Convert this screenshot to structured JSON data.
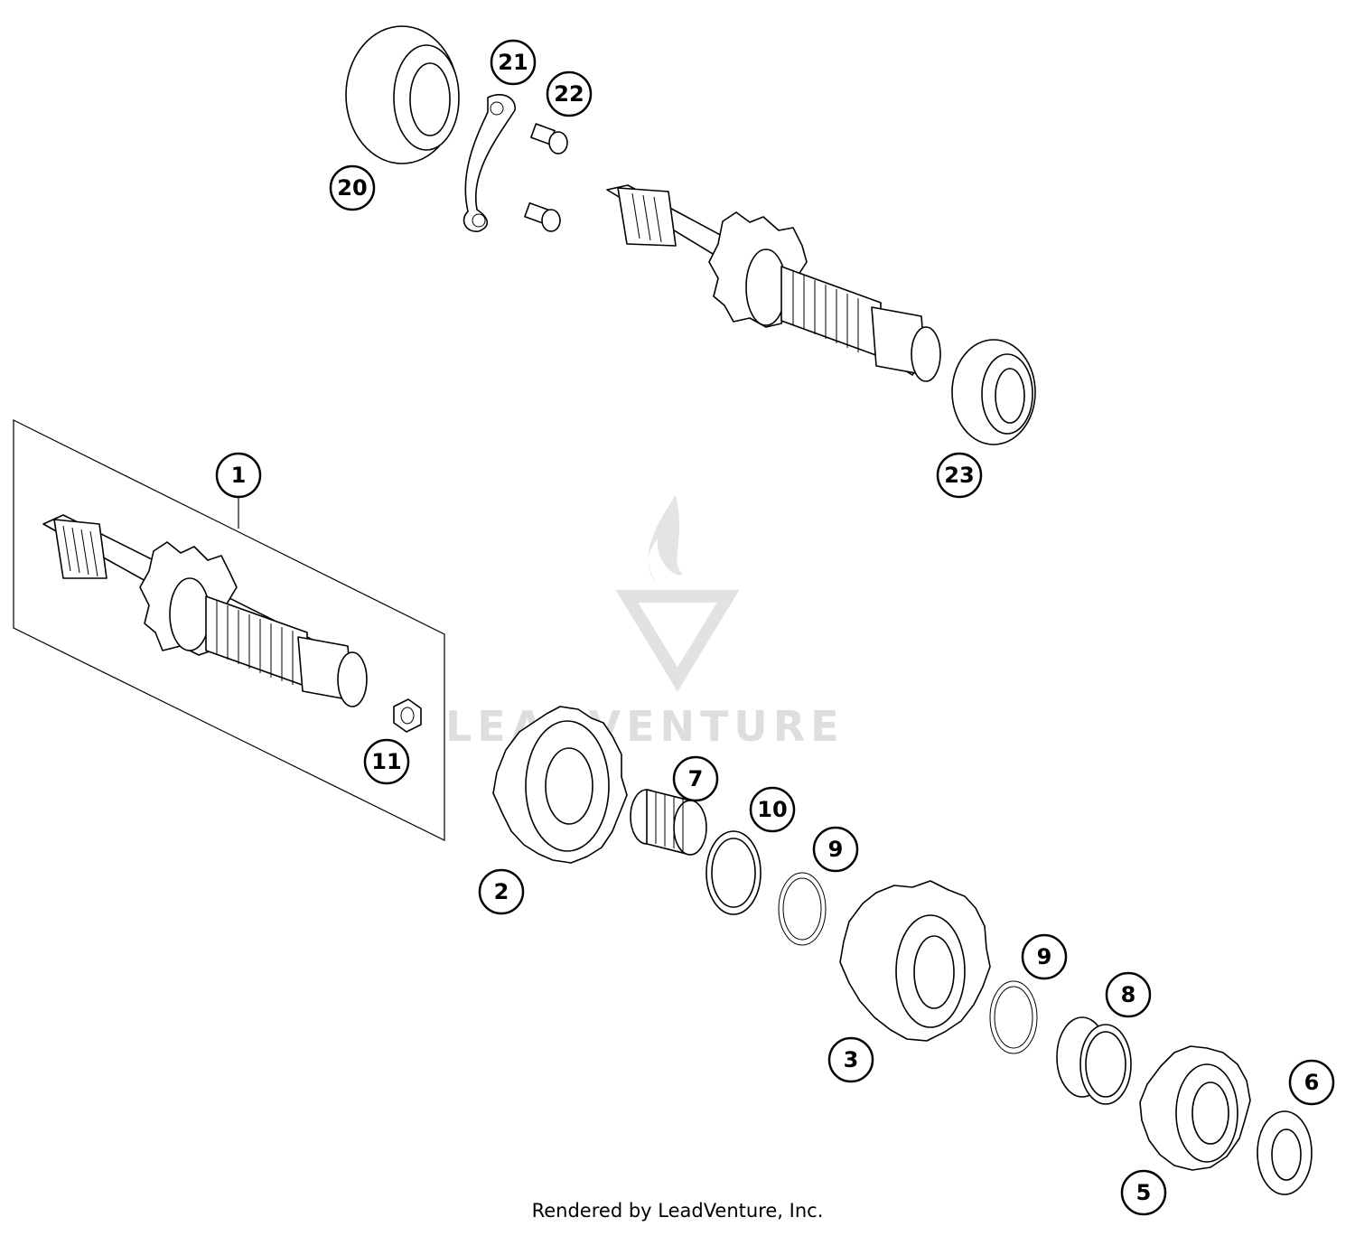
{
  "watermark": {
    "text": "LEADVENTURE"
  },
  "footer": {
    "text": "Rendered by LeadVenture, Inc."
  },
  "callouts": [
    {
      "id": "c20",
      "label": "20"
    },
    {
      "id": "c21",
      "label": "21"
    },
    {
      "id": "c22",
      "label": "22"
    },
    {
      "id": "c23",
      "label": "23"
    },
    {
      "id": "c1",
      "label": "1"
    },
    {
      "id": "c11",
      "label": "11"
    },
    {
      "id": "c2",
      "label": "2"
    },
    {
      "id": "c7",
      "label": "7"
    },
    {
      "id": "c10",
      "label": "10"
    },
    {
      "id": "c9a",
      "label": "9"
    },
    {
      "id": "c3",
      "label": "3"
    },
    {
      "id": "c9b",
      "label": "9"
    },
    {
      "id": "c8",
      "label": "8"
    },
    {
      "id": "c6",
      "label": "6"
    },
    {
      "id": "c5",
      "label": "5"
    }
  ]
}
